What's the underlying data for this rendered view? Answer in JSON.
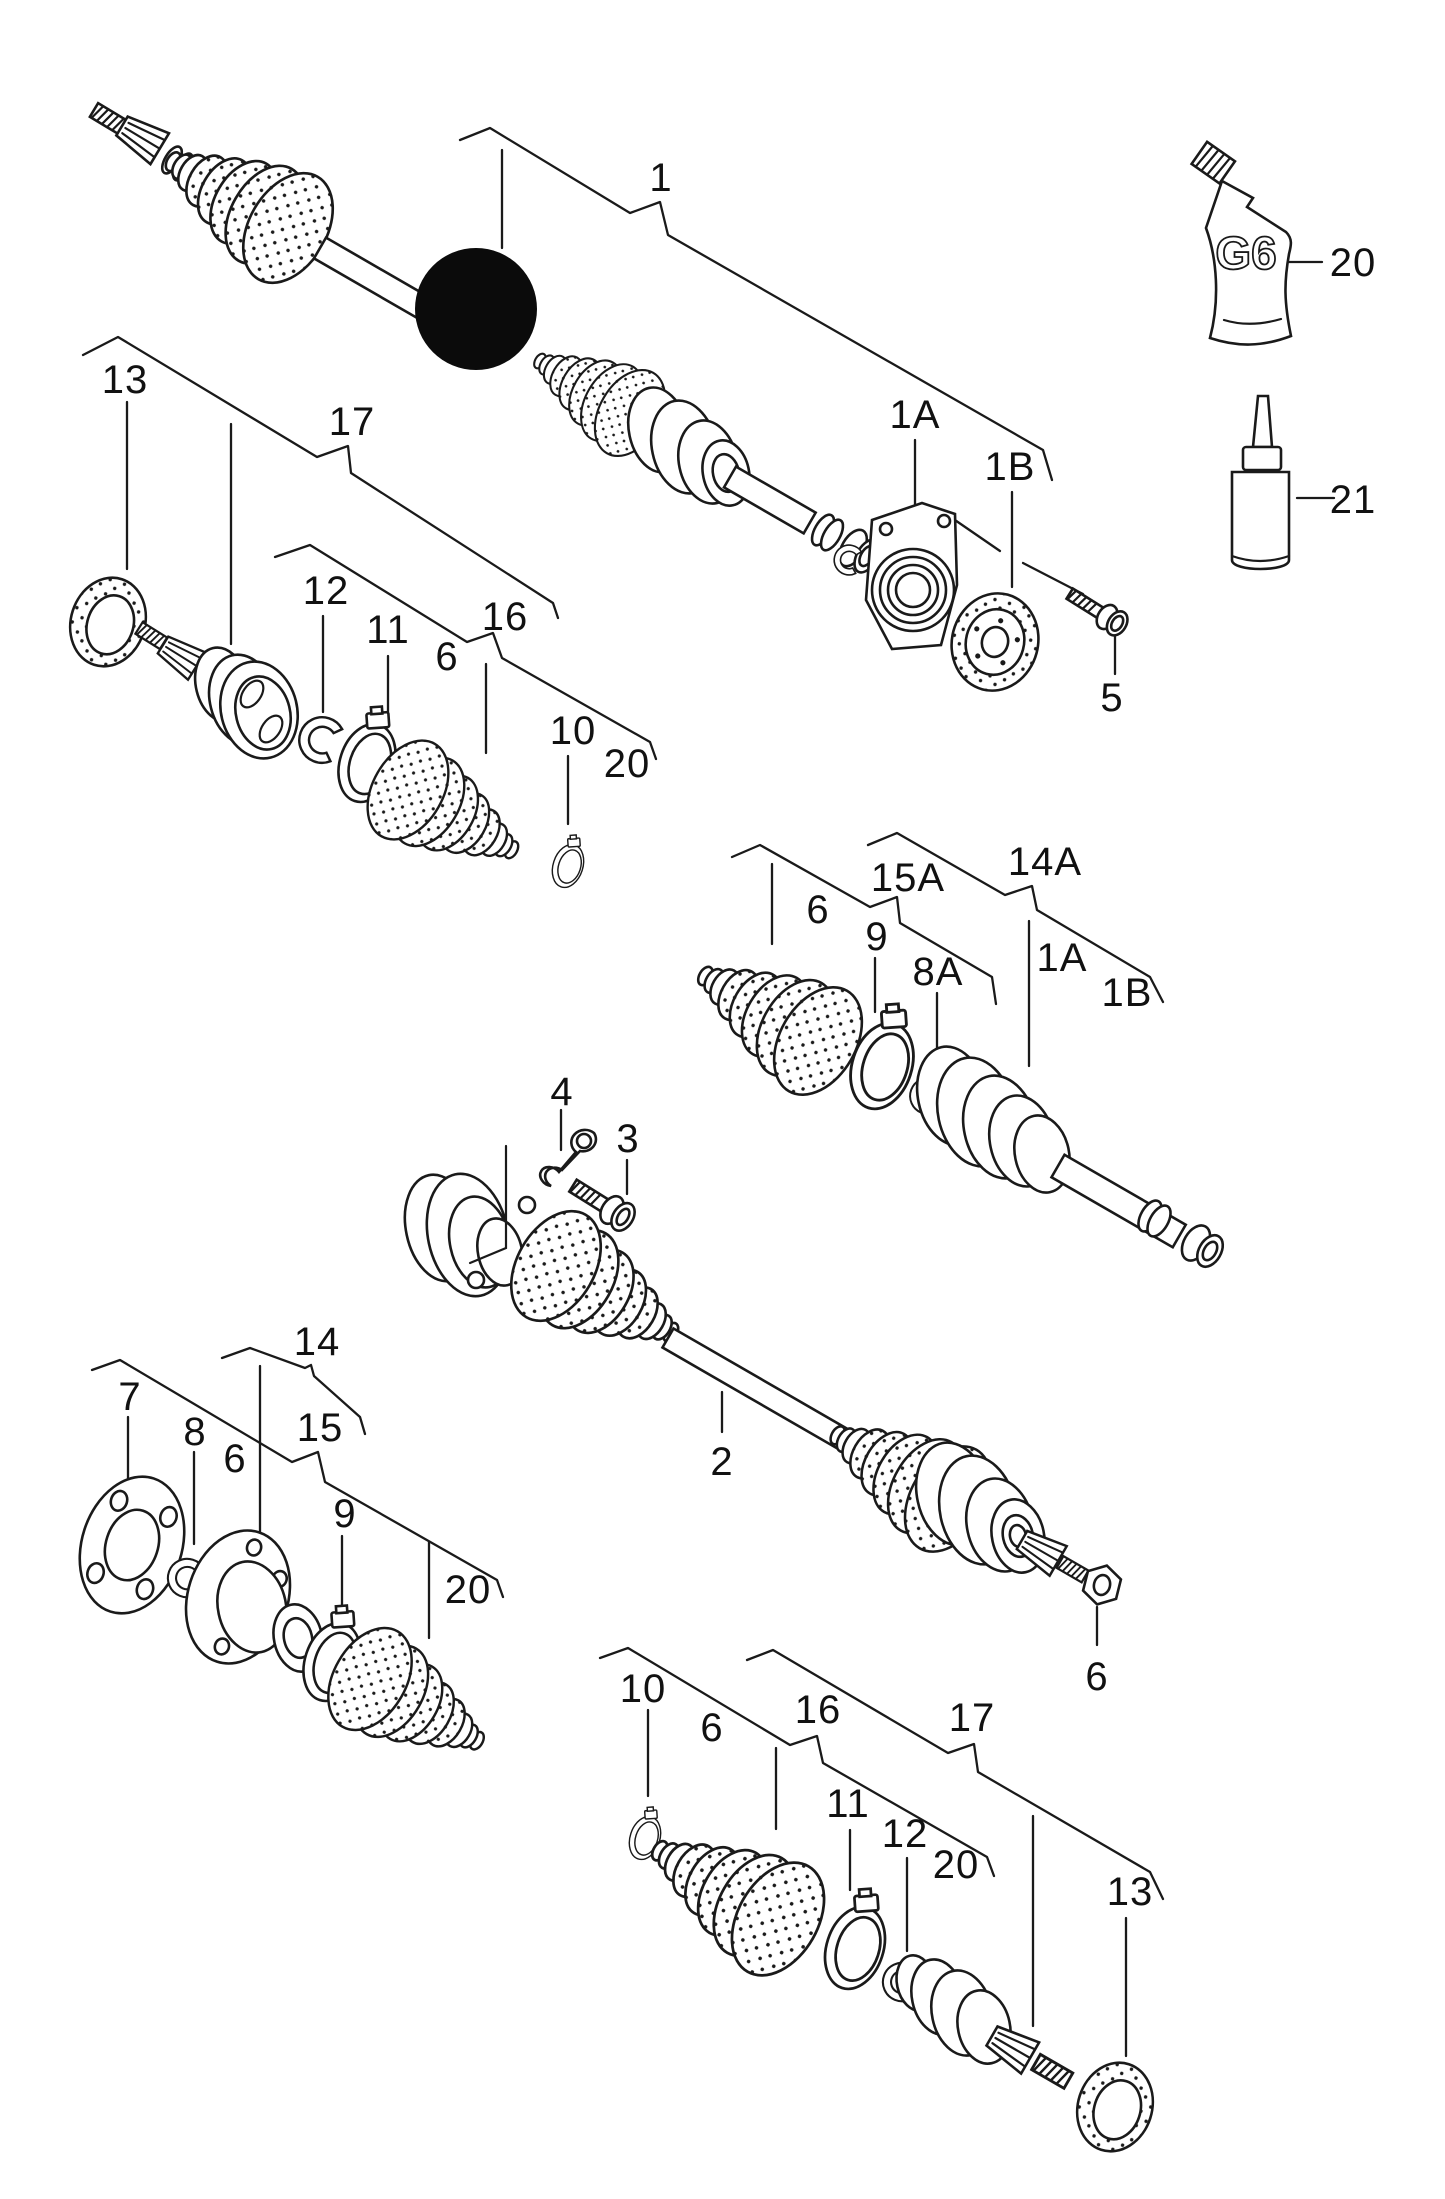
{
  "figure": {
    "background": "#ffffff",
    "line_color": "#1a1a1a",
    "type": "exploded-parts-diagram"
  },
  "grease_tube": {
    "marking": "G6"
  },
  "callouts": [
    {
      "text": "1"
    },
    {
      "text": "20"
    },
    {
      "text": "21"
    },
    {
      "text": "1A"
    },
    {
      "text": "1B"
    },
    {
      "text": "5"
    },
    {
      "text": "13"
    },
    {
      "text": "17"
    },
    {
      "text": "12"
    },
    {
      "text": "11"
    },
    {
      "text": "6"
    },
    {
      "text": "16"
    },
    {
      "text": "10"
    },
    {
      "text": "20"
    },
    {
      "text": "15A"
    },
    {
      "text": "14A"
    },
    {
      "text": "6"
    },
    {
      "text": "9"
    },
    {
      "text": "8A"
    },
    {
      "text": "1A"
    },
    {
      "text": "1B"
    },
    {
      "text": "4"
    },
    {
      "text": "3"
    },
    {
      "text": "2"
    },
    {
      "text": "6"
    },
    {
      "text": "7"
    },
    {
      "text": "8"
    },
    {
      "text": "6"
    },
    {
      "text": "14"
    },
    {
      "text": "15"
    },
    {
      "text": "9"
    },
    {
      "text": "20"
    },
    {
      "text": "10"
    },
    {
      "text": "6"
    },
    {
      "text": "16"
    },
    {
      "text": "17"
    },
    {
      "text": "11"
    },
    {
      "text": "12"
    },
    {
      "text": "20"
    },
    {
      "text": "13"
    }
  ]
}
